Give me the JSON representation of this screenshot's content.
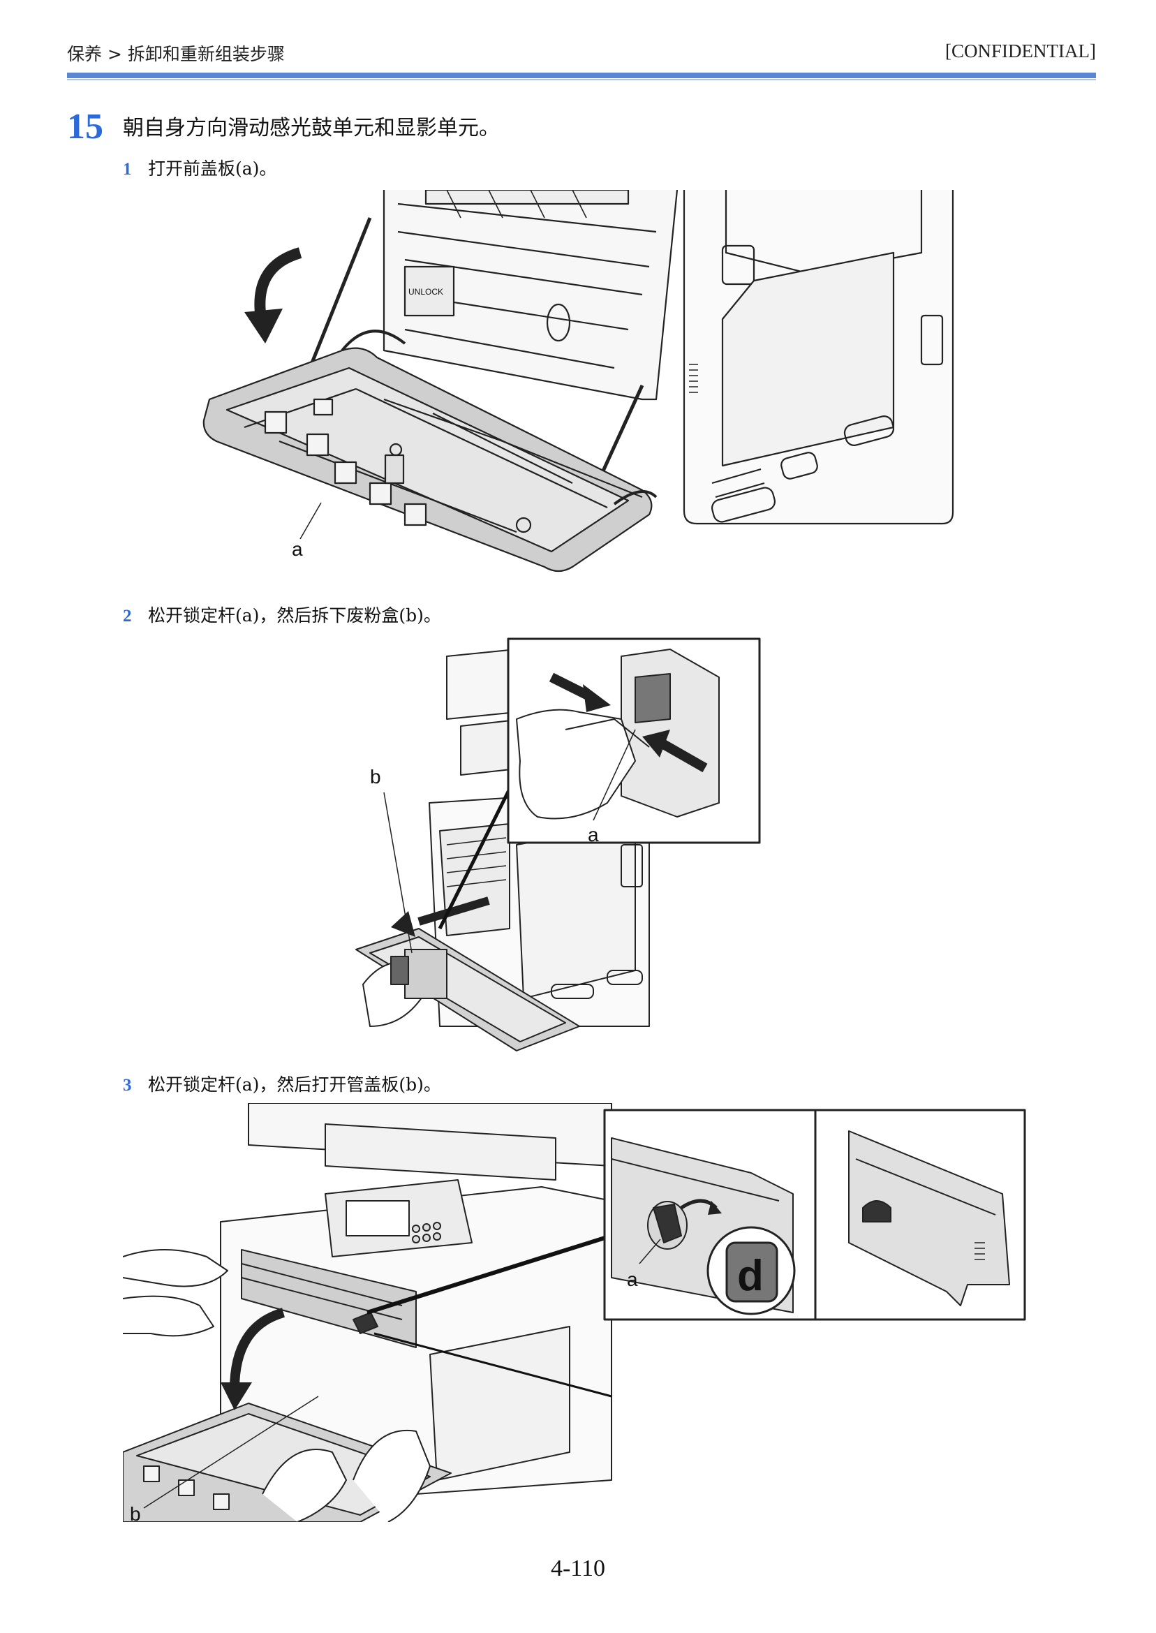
{
  "header": {
    "breadcrumb": "保养 > 拆卸和重新组装步骤",
    "confidential": "[CONFIDENTIAL]"
  },
  "step": {
    "number": "15",
    "title": "朝自身方向滑动感光鼓单元和显影单元。"
  },
  "substeps": [
    {
      "number": "1",
      "text": "打开前盖板(a)。"
    },
    {
      "number": "2",
      "text": "松开锁定杆(a)，然后拆下废粉盒(b)。"
    },
    {
      "number": "3",
      "text": "松开锁定杆(a)，然后打开管盖板(b)。"
    }
  ],
  "figures": {
    "fig1": {
      "label_a": "a",
      "lock_text": "UNLOCK"
    },
    "fig2": {
      "label_a": "a",
      "label_b": "b"
    },
    "fig3": {
      "label_a": "a",
      "label_b": "b",
      "badge": "d"
    }
  },
  "footer": {
    "page_number": "4-110"
  },
  "colors": {
    "accent": "#2b6ad8",
    "rule": "#5b86d6"
  }
}
